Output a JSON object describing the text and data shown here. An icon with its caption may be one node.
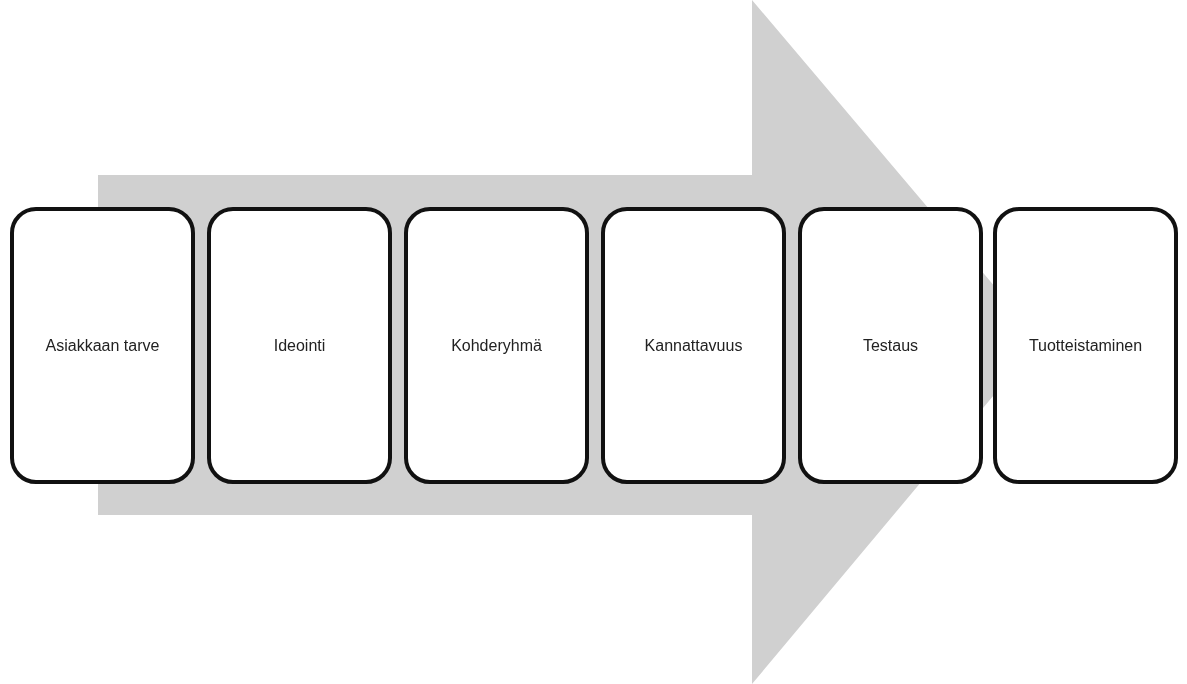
{
  "diagram": {
    "nodes": [
      {
        "text": [
          "Asiakkaan tarve"
        ]
      },
      {
        "text": [
          "Ideointi"
        ]
      },
      {
        "text": [
          "Kohderyhmä"
        ]
      },
      {
        "text": [
          "Kannattavuus"
        ]
      },
      {
        "text": [
          "Testaus"
        ]
      },
      {
        "text": [
          "Tuotteistaminen"
        ]
      }
    ],
    "edges": [
      {
        "from": 0,
        "to": 5,
        "arrow": "to"
      }
    ]
  }
}
